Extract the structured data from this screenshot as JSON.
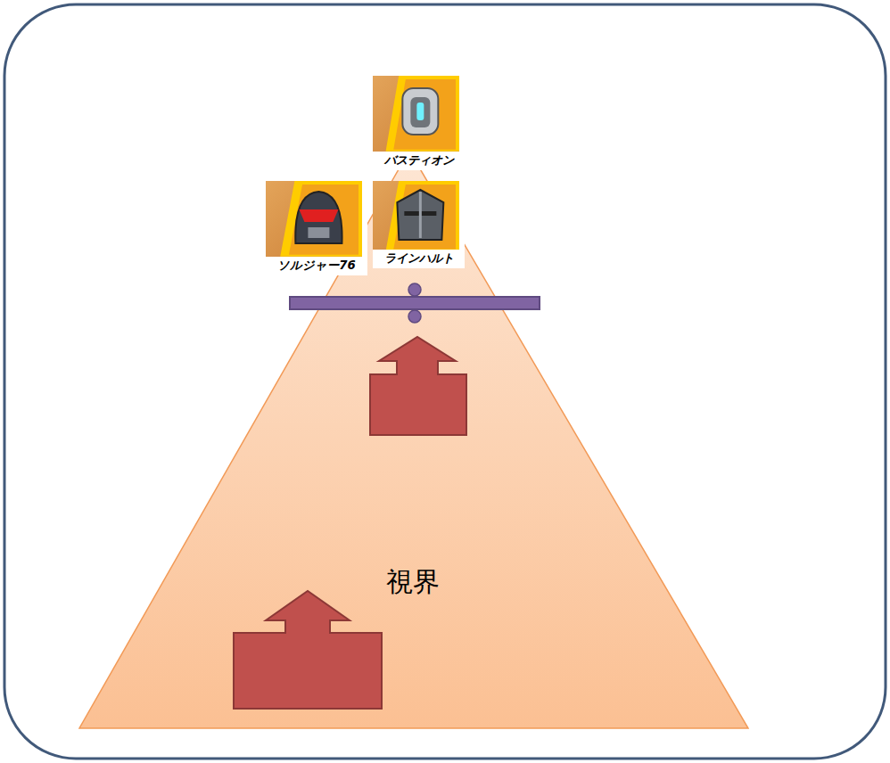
{
  "diagram": {
    "nodes": [
      {
        "text": [
          "バスティオン"
        ]
      },
      {
        "text": [
          "ソルジャー76"
        ]
      },
      {
        "text": [
          "ラインハルト"
        ]
      },
      {
        "text": [
          "視界"
        ]
      }
    ]
  }
}
